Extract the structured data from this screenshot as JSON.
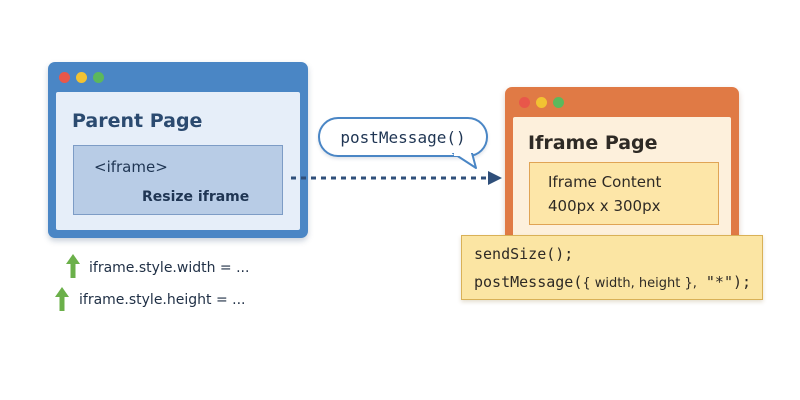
{
  "parent": {
    "title": "Parent Page",
    "iframe_tag": "<iframe>",
    "resize_label": "Resize iframe",
    "code_lines": [
      "iframe.style.width = ...",
      "iframe.style.height = ..."
    ]
  },
  "message": {
    "label": "postMessage()"
  },
  "iframe": {
    "title": "Iframe Page",
    "content_title": "Iframe Content",
    "content_size": "400px x 300px"
  },
  "code": {
    "line1": "sendSize();",
    "line2_start": "postMessage(",
    "line2_args": "{ width, height },",
    "line2_end": " \"*\");"
  },
  "colors": {
    "parent_frame": "#4a86c5",
    "iframe_frame": "#e07a45",
    "dot_red": "#e8574a",
    "dot_yellow": "#f2c232",
    "dot_green": "#5cb85c",
    "arrow": "#2f4f7a",
    "up_arrow": "#6bb04a"
  }
}
